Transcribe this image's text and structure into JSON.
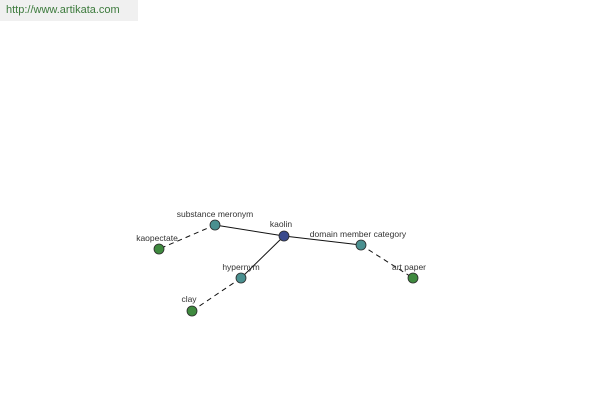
{
  "source_url": "http://www.artikata.com",
  "colors": {
    "center_node": "#3a4a8c",
    "relation_node": "#4a9090",
    "leaf_node": "#3f8a3f",
    "url_text": "#3c7a3c"
  },
  "graph": {
    "center": {
      "id": "kaolin",
      "label": "kaolin"
    },
    "relations": [
      {
        "id": "substance-meronym",
        "label": "substance meronym",
        "target": {
          "id": "kaopectate",
          "label": "kaopectate"
        }
      },
      {
        "id": "domain-member-category",
        "label": "domain member category",
        "target": {
          "id": "art-paper",
          "label": "art paper"
        }
      },
      {
        "id": "hypernym",
        "label": "hypernym",
        "target": {
          "id": "clay",
          "label": "clay"
        }
      }
    ]
  }
}
